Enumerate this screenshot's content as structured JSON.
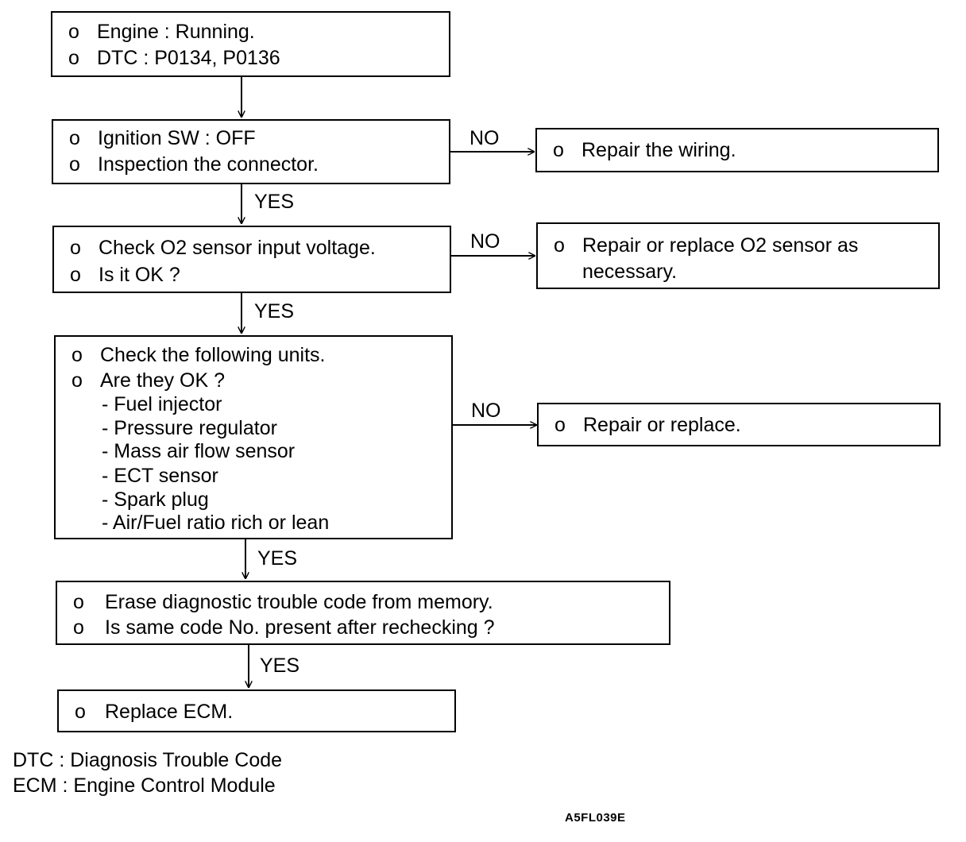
{
  "boxes": {
    "start": {
      "lines": [
        {
          "bullet": "o",
          "text": "Engine : Running."
        },
        {
          "bullet": "o",
          "text": "DTC : P0134, P0136"
        }
      ]
    },
    "ignition": {
      "lines": [
        {
          "bullet": "o",
          "text": "Ignition SW : OFF"
        },
        {
          "bullet": "o",
          "text": "Inspection the connector."
        }
      ]
    },
    "repair_wiring": {
      "lines": [
        {
          "bullet": "o",
          "text": "Repair the wiring."
        }
      ]
    },
    "o2_voltage": {
      "lines": [
        {
          "bullet": "o",
          "text": "Check O2 sensor input voltage."
        },
        {
          "bullet": "o",
          "text": "Is it OK ?"
        }
      ]
    },
    "repair_o2": {
      "lines": [
        {
          "bullet": "o",
          "text": "Repair or replace O2 sensor as"
        },
        {
          "bullet": "",
          "text": "necessary."
        }
      ]
    },
    "units": {
      "lines": [
        {
          "bullet": "o",
          "text": "Check the following units."
        },
        {
          "bullet": "o",
          "text": "Are they OK ?"
        }
      ],
      "sub_items": [
        "- Fuel injector",
        "- Pressure regulator",
        "- Mass air flow sensor",
        "- ECT sensor",
        "- Spark plug",
        "- Air/Fuel ratio rich or lean"
      ]
    },
    "repair_replace": {
      "lines": [
        {
          "bullet": "o",
          "text": "Repair or replace."
        }
      ]
    },
    "erase": {
      "lines": [
        {
          "bullet": "o",
          "text": "Erase diagnostic trouble code from memory."
        },
        {
          "bullet": "o",
          "text": "Is same code No. present after rechecking ?"
        }
      ]
    },
    "replace_ecm": {
      "lines": [
        {
          "bullet": "o",
          "text": "Replace ECM."
        }
      ]
    }
  },
  "labels": {
    "yes": "YES",
    "no": "NO"
  },
  "legend": [
    "DTC : Diagnosis Trouble Code",
    "ECM : Engine Control Module"
  ],
  "figure_code": "A5FL039E",
  "colors": {
    "line": "#000000",
    "background": "#ffffff"
  }
}
